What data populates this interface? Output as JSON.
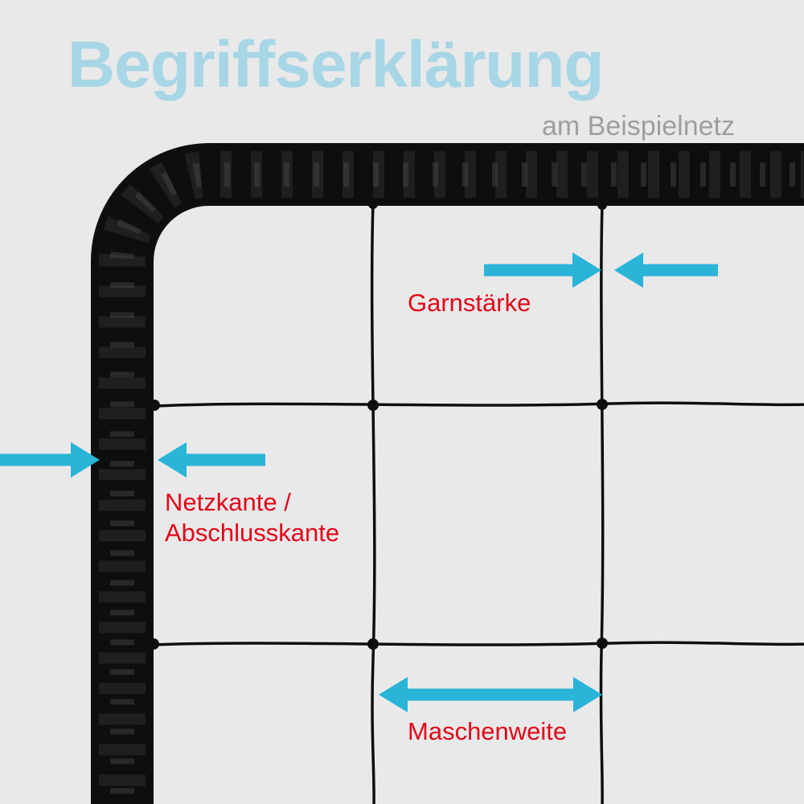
{
  "title": "Begriffserklärung",
  "subtitle": "am Beispielnetz",
  "labels": {
    "garnstaerke": "Garnstärke",
    "netzkante_line1": "Netzkante /",
    "netzkante_line2": "Abschlusskante",
    "maschenweite": "Maschenweite"
  },
  "colors": {
    "background": "#e9e9ea",
    "title_blue": "#a7d6e6",
    "subtitle_gray": "#9c9ea1",
    "label_red": "#e30617",
    "arrow_cyan": "#29b4d8",
    "net_black": "#0e0e0e"
  }
}
